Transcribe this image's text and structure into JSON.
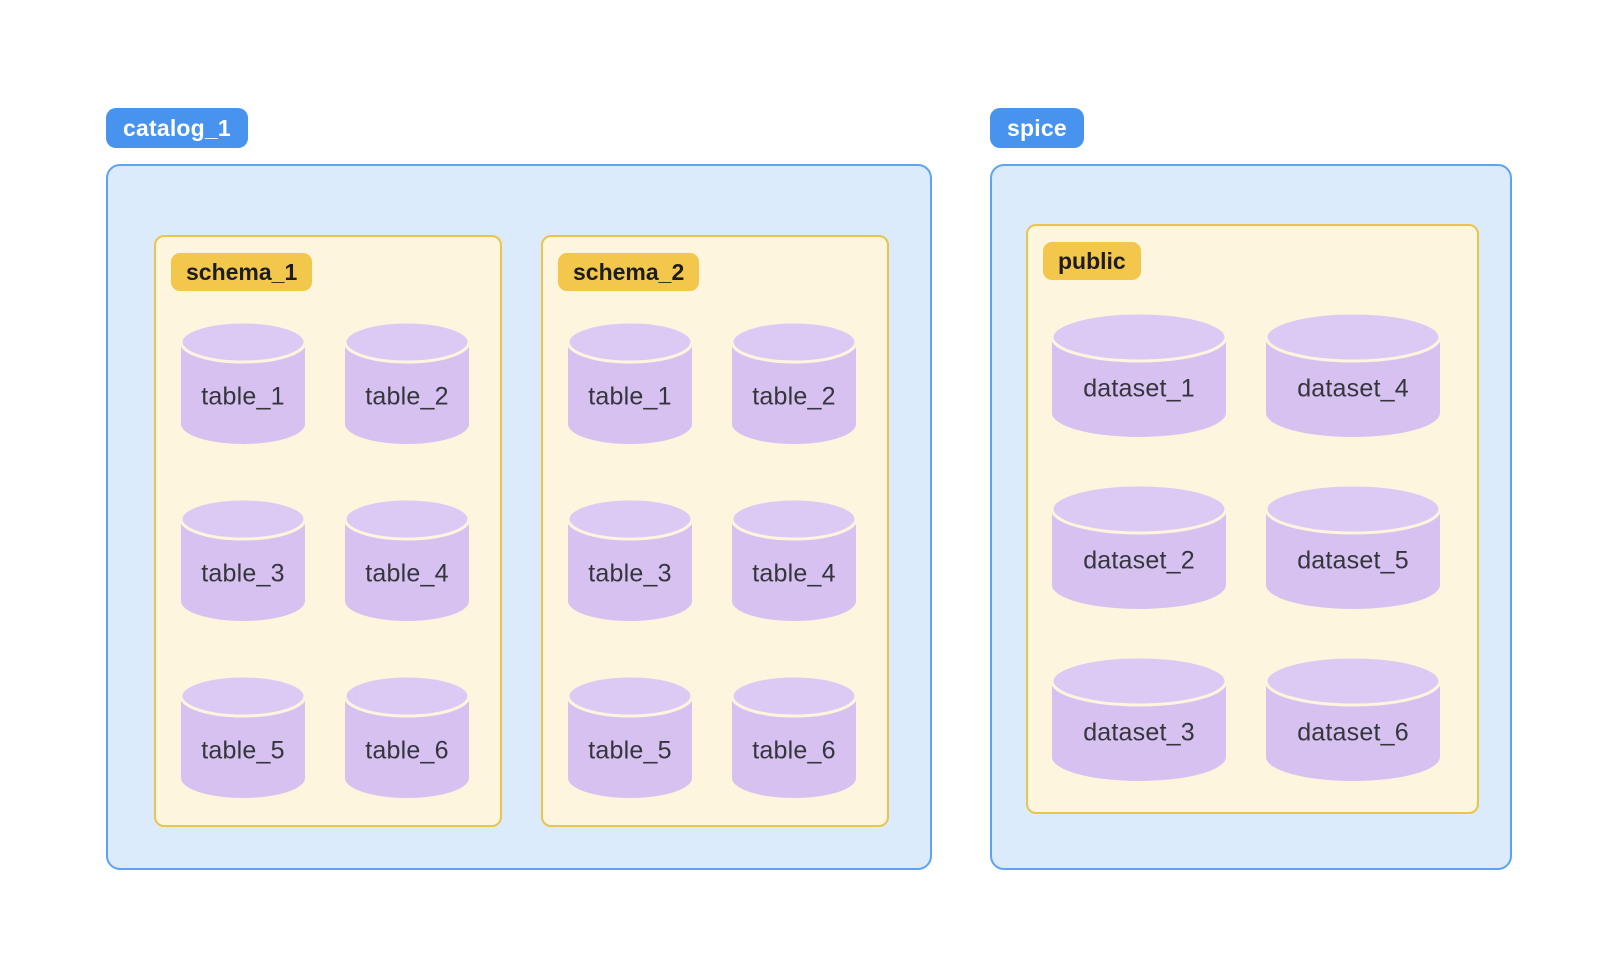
{
  "colors": {
    "page_bg": "#ffffff",
    "badge_blue": "#4793ee",
    "badge_text": "#ffffff",
    "container_fill": "#dcebfc",
    "container_border": "#5ca3f6",
    "badge_gold": "#f2c74c",
    "gold_text": "#1d1d1f",
    "cream_fill": "#fdf5dd",
    "cream_border": "#e9c44f",
    "cyl_body": "#d6c1f1",
    "cyl_top": "#dccaf5",
    "label_text": "#35353c"
  },
  "groups": [
    {
      "badge": "catalog_1",
      "schemas": [
        {
          "badge": "schema_1",
          "items": [
            "table_1",
            "table_2",
            "table_3",
            "table_4",
            "table_5",
            "table_6"
          ]
        },
        {
          "badge": "schema_2",
          "items": [
            "table_1",
            "table_2",
            "table_3",
            "table_4",
            "table_5",
            "table_6"
          ]
        }
      ]
    },
    {
      "badge": "spice",
      "schemas": [
        {
          "badge": "public",
          "items": [
            "dataset_1",
            "dataset_4",
            "dataset_2",
            "dataset_5",
            "dataset_3",
            "dataset_6"
          ]
        }
      ]
    }
  ]
}
